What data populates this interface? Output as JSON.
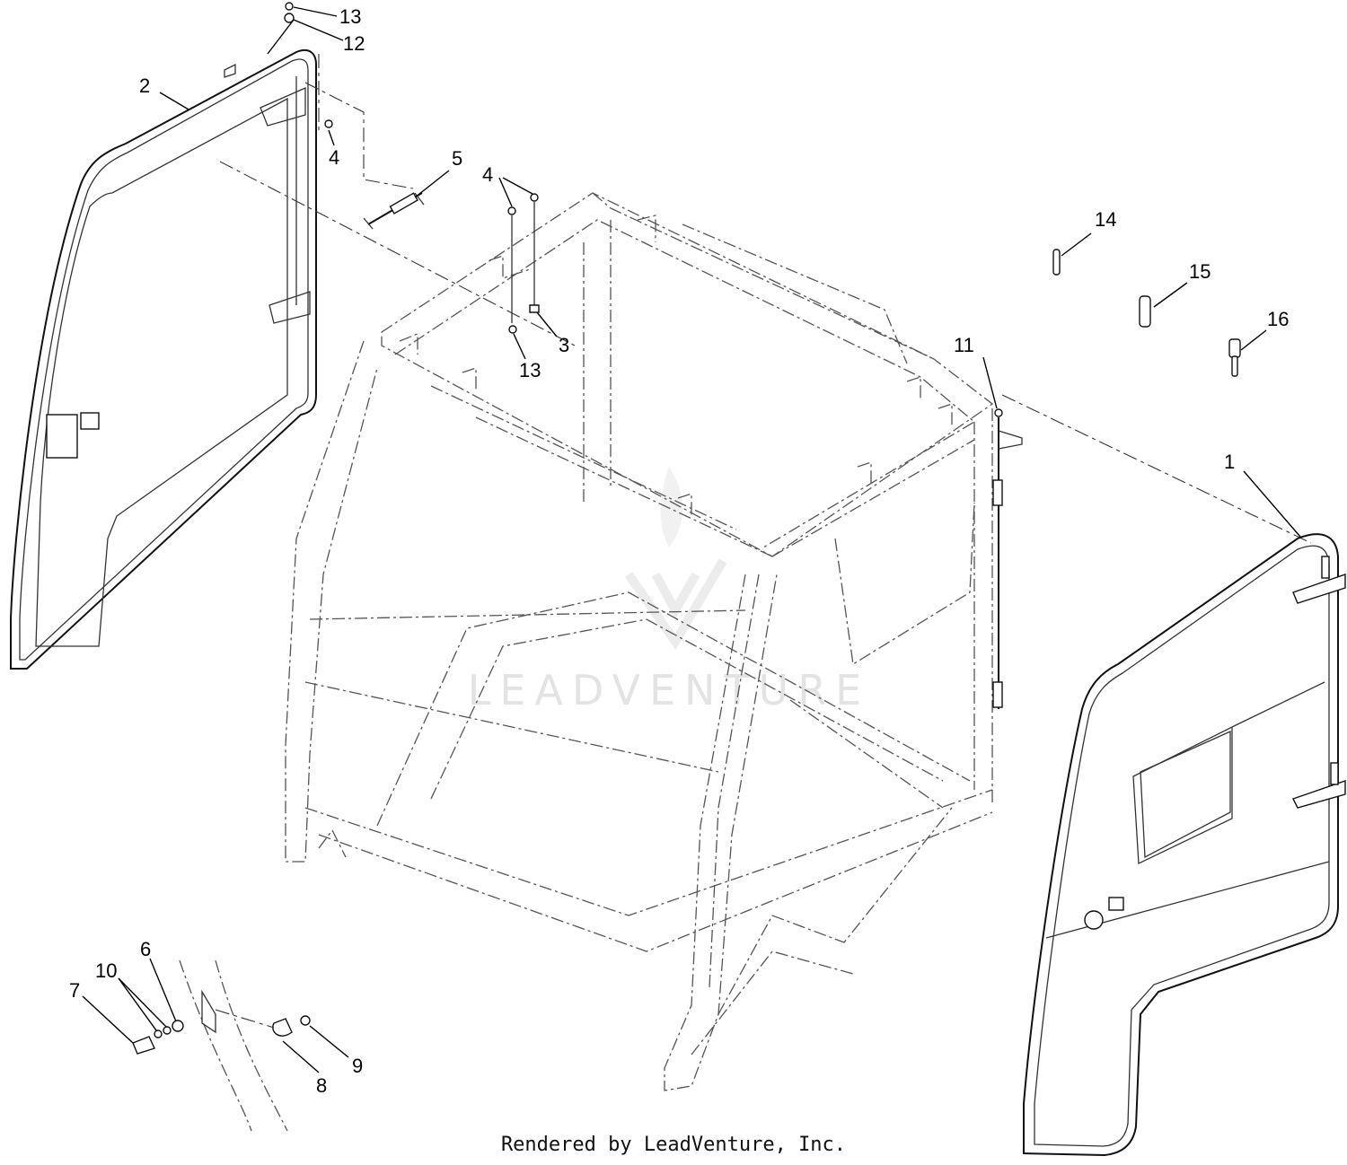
{
  "callouts": {
    "c1": "1",
    "c2": "2",
    "c3": "3",
    "c4a": "4",
    "c4b": "4",
    "c5": "5",
    "c6": "6",
    "c7": "7",
    "c8": "8",
    "c9": "9",
    "c10": "10",
    "c11": "11",
    "c12": "12",
    "c13a": "13",
    "c13b": "13",
    "c14": "14",
    "c15": "15",
    "c16": "16"
  },
  "watermark": "LEADVENTURE",
  "footer": "Rendered by LeadVenture, Inc."
}
